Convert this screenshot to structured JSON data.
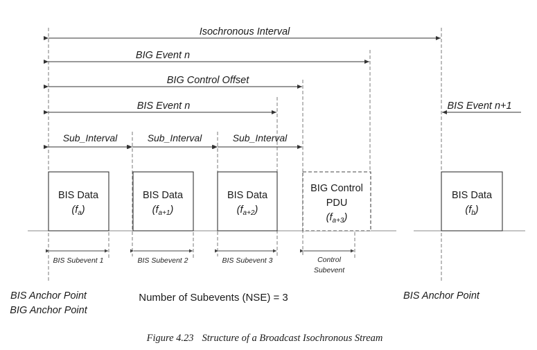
{
  "intervals": {
    "iso_interval": "Isochronous Interval",
    "big_event": "BIG Event n",
    "big_control_offset": "BIG Control Offset",
    "bis_event": "BIS Event n",
    "bis_event_next": "BIS Event n+1",
    "sub_interval": "Sub_Interval"
  },
  "boxes": [
    {
      "title": "BIS Data",
      "var": "(f",
      "sub": "a",
      "close": ")"
    },
    {
      "title": "BIS Data",
      "var": "(f",
      "sub": "a+1",
      "close": ")"
    },
    {
      "title": "BIS Data",
      "var": "(f",
      "sub": "a+2",
      "close": ")"
    },
    {
      "title": "BIG Control",
      "title2": "PDU",
      "var": "(f",
      "sub": "a+3",
      "close": ")"
    },
    {
      "title": "BIS Data",
      "var": "(f",
      "sub": "b",
      "close": ")"
    }
  ],
  "subevents": [
    "BIS Subevent 1",
    "BIS Subevent 2",
    "BIS Subevent 3"
  ],
  "control_subevent": [
    "Control",
    "Subevent"
  ],
  "anchors": {
    "bis_anchor_left": "BIS Anchor Point",
    "big_anchor_left": "BIG Anchor Point",
    "bis_anchor_right": "BIS Anchor Point"
  },
  "nse": "Number of Subevents (NSE) = 3",
  "caption": {
    "figure": "Figure 4.23",
    "title": "Structure of a Broadcast Isochronous Stream"
  }
}
